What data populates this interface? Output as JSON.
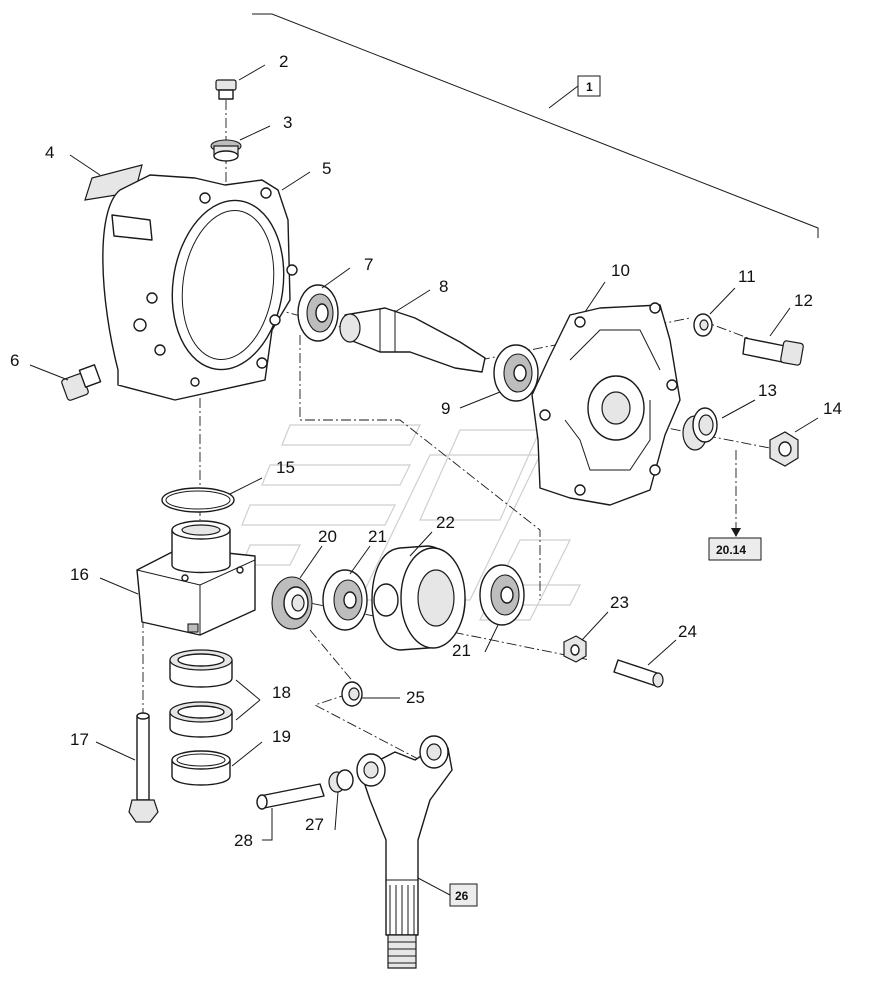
{
  "diagram": {
    "labels": {
      "p2": "2",
      "p3": "3",
      "p4": "4",
      "p5": "5",
      "p6": "6",
      "p7": "7",
      "p8": "8",
      "p9": "9",
      "p10": "10",
      "p11": "11",
      "p12": "12",
      "p13": "13",
      "p14": "14",
      "p15": "15",
      "p16": "16",
      "p17": "17",
      "p18": "18",
      "p19": "19",
      "p20": "20",
      "p21a": "21",
      "p21b": "21",
      "p22": "22",
      "p23": "23",
      "p24": "24",
      "p25": "25",
      "p27": "27",
      "p28": "28"
    },
    "boxes": {
      "assembly": "1",
      "shaft_ref": "26",
      "page_ref": "20.14"
    }
  }
}
